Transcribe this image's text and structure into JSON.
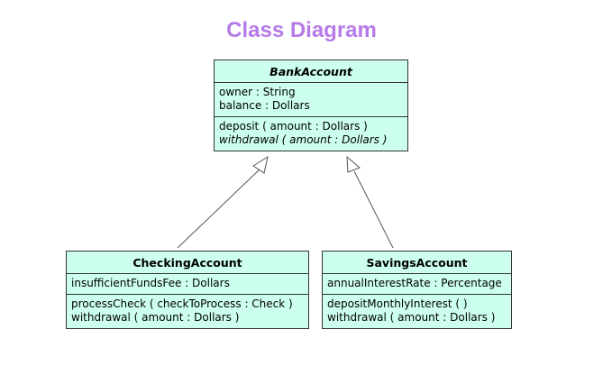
{
  "diagram": {
    "title": "Class Diagram",
    "colors": {
      "title": "#b57be8",
      "box_fill": "#ccffee",
      "border": "#333333"
    },
    "classes": {
      "bank": {
        "name": "BankAccount",
        "abstract": true,
        "attributes": [
          "owner : String",
          "balance : Dollars"
        ],
        "operations": [
          {
            "text": "deposit ( amount : Dollars )",
            "abstract": false
          },
          {
            "text": "withdrawal ( amount : Dollars )",
            "abstract": true
          }
        ]
      },
      "checking": {
        "name": "CheckingAccount",
        "abstract": false,
        "attributes": [
          "insufficientFundsFee : Dollars"
        ],
        "operations": [
          {
            "text": "processCheck ( checkToProcess : Check )",
            "abstract": false
          },
          {
            "text": "withdrawal ( amount : Dollars )",
            "abstract": false
          }
        ]
      },
      "savings": {
        "name": "SavingsAccount",
        "abstract": false,
        "attributes": [
          "annualInterestRate : Percentage"
        ],
        "operations": [
          {
            "text": "depositMonthlyInterest (  )",
            "abstract": false
          },
          {
            "text": "withdrawal ( amount : Dollars )",
            "abstract": false
          }
        ]
      }
    },
    "relationships": [
      {
        "type": "generalization",
        "from": "CheckingAccount",
        "to": "BankAccount"
      },
      {
        "type": "generalization",
        "from": "SavingsAccount",
        "to": "BankAccount"
      }
    ]
  }
}
